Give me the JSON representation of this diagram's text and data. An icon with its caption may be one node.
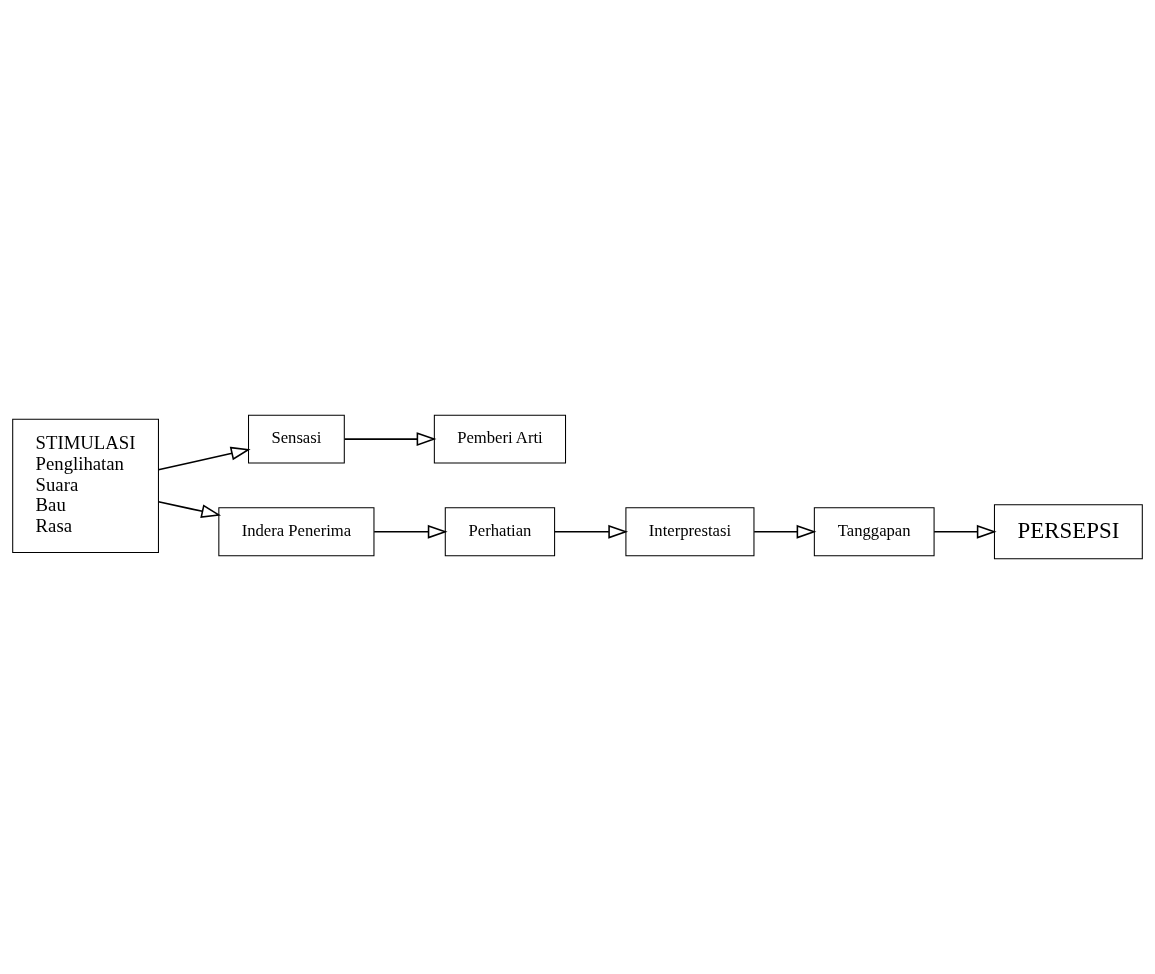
{
  "diagram": {
    "nodes": [
      {
        "text": [
          "STIMULASI",
          "Penglihatan",
          "Suara",
          "Bau",
          "Rasa"
        ]
      },
      {
        "text": [
          "Sensasi"
        ]
      },
      {
        "text": [
          "Pemberi Arti"
        ]
      },
      {
        "text": [
          "Indera Penerima"
        ]
      },
      {
        "text": [
          "Perhatian"
        ]
      },
      {
        "text": [
          "Interprestasi"
        ]
      },
      {
        "text": [
          "Tanggapan"
        ]
      },
      {
        "text": [
          "PERSEPSI"
        ]
      }
    ],
    "edges": [
      {
        "from": 0,
        "to": 1,
        "arrow": "to"
      },
      {
        "from": 1,
        "to": 2,
        "arrow": "to"
      },
      {
        "from": 0,
        "to": 3,
        "arrow": "to"
      },
      {
        "from": 3,
        "to": 4,
        "arrow": "to"
      },
      {
        "from": 4,
        "to": 5,
        "arrow": "to"
      },
      {
        "from": 5,
        "to": 6,
        "arrow": "to"
      },
      {
        "from": 6,
        "to": 7,
        "arrow": "to"
      }
    ]
  }
}
